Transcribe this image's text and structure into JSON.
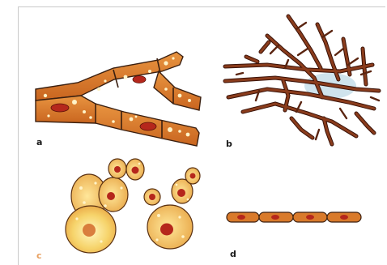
{
  "figure": {
    "panels": [
      {
        "id": "a",
        "label": "a"
      },
      {
        "id": "b",
        "label": "b"
      },
      {
        "id": "c",
        "label": "c"
      },
      {
        "id": "d",
        "label": "d"
      }
    ]
  },
  "colors": {
    "cell_orange": "#d97a2b",
    "cell_outline": "#3a1f10",
    "nucleus_red": "#b5271c",
    "vacuole_cream": "#fff3c8",
    "mycelium_brown": "#7a3418",
    "mycelium_blue": "#cfe3ec",
    "yeast_pale": "#f4c66a",
    "label_c_orange": "#e8a060"
  }
}
